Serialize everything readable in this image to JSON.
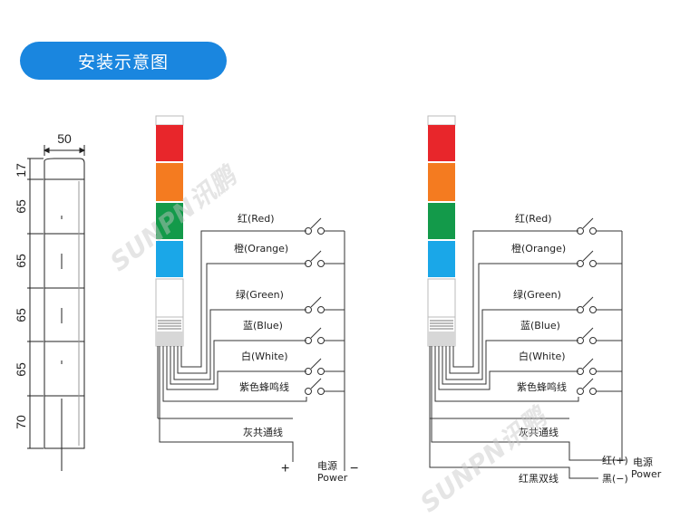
{
  "title": "安装示意图",
  "dimensions": {
    "width": "50",
    "heights": [
      "17",
      "65",
      "65",
      "65",
      "65",
      "70"
    ]
  },
  "watermark": "SUNPN讯鹏",
  "lamp_colors": {
    "red": "#e8262b",
    "orange": "#f47b20",
    "green": "#139a4a",
    "blue": "#1aa7e8",
    "white": "#ffffff",
    "buzzer": "#d7d7d7"
  },
  "diagram_left": {
    "wires": [
      "红(Red)",
      "橙(Orange)",
      "绿(Green)",
      "蓝(Blue)",
      "白(White)",
      "紫色蜂鸣线"
    ],
    "common": "灰共通线",
    "plus": "+",
    "minus": "−",
    "power_cn": "电源",
    "power_en": "Power"
  },
  "diagram_right": {
    "wires": [
      "红(Red)",
      "橙(Orange)",
      "绿(Green)",
      "蓝(Blue)",
      "白(White)",
      "紫色蜂鸣线"
    ],
    "common": "灰共通线",
    "double": "红黑双线",
    "pos": "红(+)",
    "neg": "黑(−)",
    "power_cn": "电源",
    "power_en": "Power"
  }
}
